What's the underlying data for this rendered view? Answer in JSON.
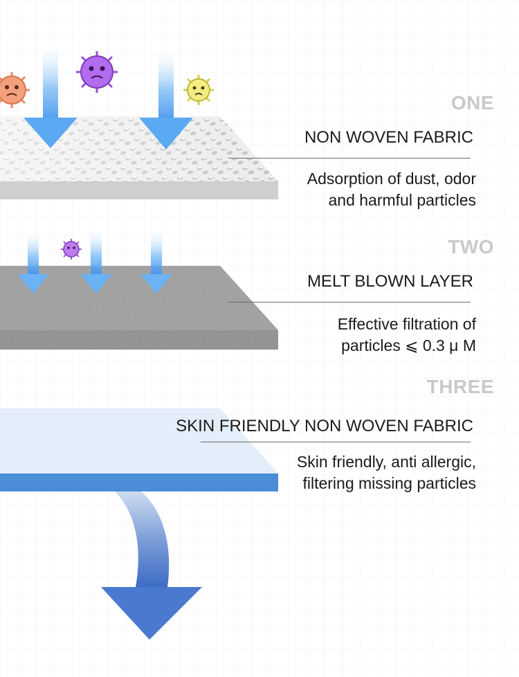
{
  "layers": [
    {
      "label": "ONE",
      "name": "NON WOVEN FABRIC",
      "desc_line1": "Adsorption of dust, odor",
      "desc_line2": "and harmful particles"
    },
    {
      "label": "TWO",
      "name": "MELT BLOWN LAYER",
      "desc_line1": "Effective filtration of",
      "desc_line2": "particles ⩽ 0.3 μ M"
    },
    {
      "label": "THREE",
      "name": "SKIN FRIENDLY NON WOVEN FABRIC",
      "desc_line1": "Skin friendly, anti allergic,",
      "desc_line2": "filtering missing particles"
    }
  ],
  "icons": {
    "germ_orange": "germ-icon",
    "germ_purple": "germ-icon",
    "germ_yellow": "germ-icon",
    "arrow": "arrow-down-icon"
  },
  "colors": {
    "label_gray": "#c9c9c9",
    "arrow_blue": "#5aa9f2",
    "layer_blue": "#4a8cd6",
    "skin_layer_light": "#e4edfa",
    "melt_gray": "#8c8c8c",
    "fabric_white": "#e9e9e9"
  }
}
